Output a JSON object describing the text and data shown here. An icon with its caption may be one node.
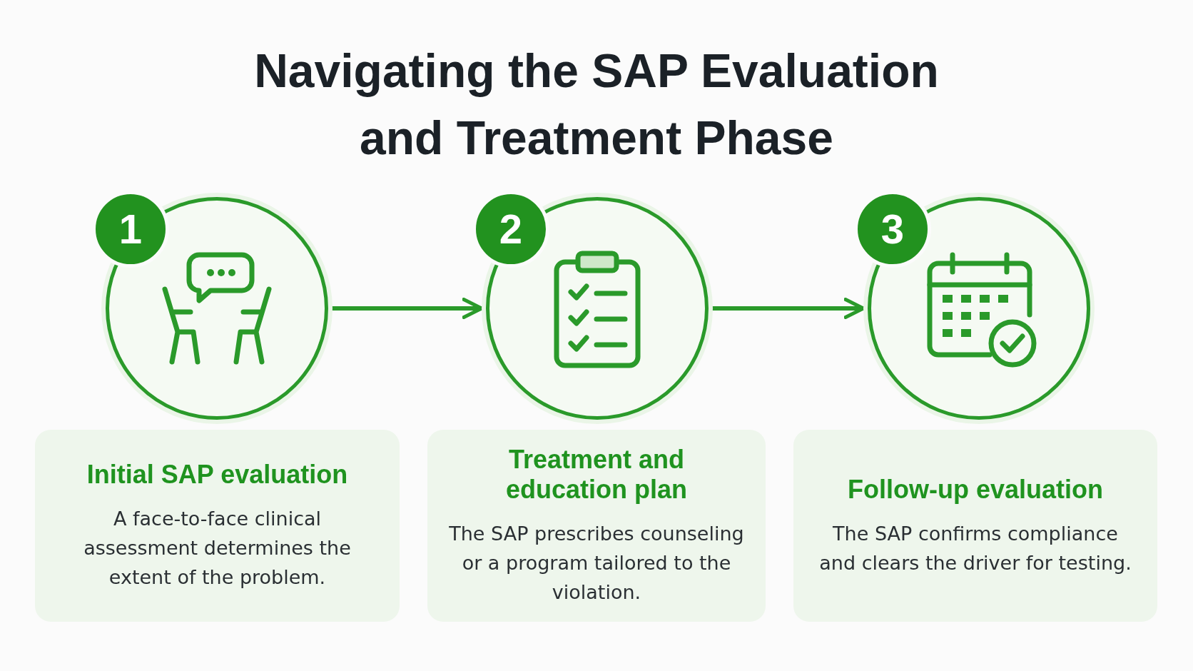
{
  "diagram": {
    "title": "Navigating the SAP Evaluation and Treatment Phase",
    "nodes": [
      {
        "text": [
          "1"
        ]
      },
      {
        "text": [
          "2"
        ]
      },
      {
        "text": [
          "3"
        ]
      },
      {
        "text": [
          "Initial SAP evaluation",
          "A face-to-face clinical assessment determines the extent of the problem."
        ]
      },
      {
        "text": [
          "Treatment and education plan",
          "The SAP prescribes counseling or a program tailored to the violation."
        ]
      },
      {
        "text": [
          "Follow-up evaluation",
          "The SAP confirms compliance and clears the driver for testing."
        ]
      }
    ],
    "edges": [
      {
        "from": 0,
        "to": 1,
        "arrow": "to"
      },
      {
        "from": 1,
        "to": 2,
        "arrow": "to"
      }
    ]
  }
}
